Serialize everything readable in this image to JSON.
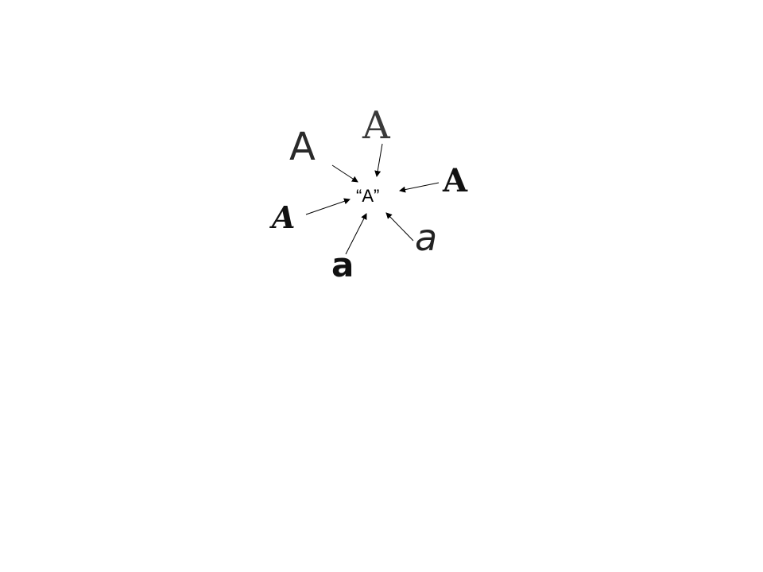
{
  "center": {
    "label": "“A”"
  },
  "glyphs": [
    {
      "id": "sans-uppercase",
      "text": "A"
    },
    {
      "id": "serif-uppercase",
      "text": "A"
    },
    {
      "id": "slab-bold-uppercase",
      "text": "A"
    },
    {
      "id": "slab-bold-italic-uppercase",
      "text": "A"
    },
    {
      "id": "italic-lowercase",
      "text": "a"
    },
    {
      "id": "bold-lowercase",
      "text": "a"
    }
  ],
  "colors": {
    "ink": "#000000",
    "background": "#ffffff"
  }
}
